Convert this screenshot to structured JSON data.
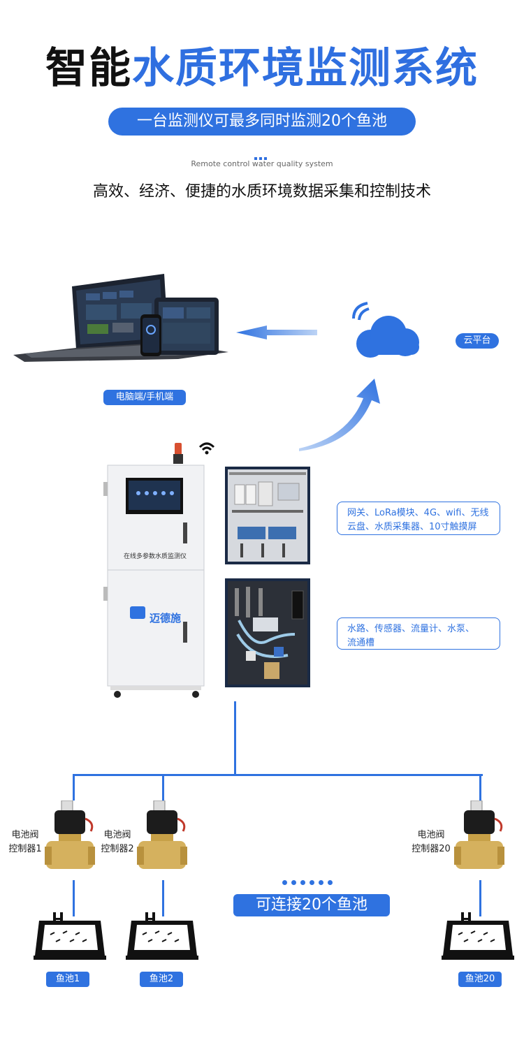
{
  "header": {
    "title_dark": "智能",
    "title_blue": "水质环境监测系统",
    "subtitle_pill": "一台监测仪可最多同时监测20个鱼池",
    "english_subtitle": "Remote control water quality system",
    "tagline": "高效、经济、便捷的水质环境数据采集和控制技术"
  },
  "devices": {
    "pc_mobile_label": "电脑端/手机端",
    "cloud_label": "云平台",
    "monitor_name": "在线多参数水质监测仪",
    "brand": "迈德施",
    "panel1_desc": [
      "网关、LoRa模块、4G、wifi、无线",
      "云盘、水质采集器、10寸触摸屏"
    ],
    "panel2_desc": [
      "水路、传感器、流量计、水泵、",
      "流通槽"
    ]
  },
  "valves": [
    {
      "line1": "电池阀",
      "line2": "控制器1"
    },
    {
      "line1": "电池阀",
      "line2": "控制器2"
    },
    {
      "line1": "电池阀",
      "line2": "控制器20"
    }
  ],
  "pools": [
    "鱼池1",
    "鱼池2",
    "鱼池20"
  ],
  "connect_pill": "可连接20个鱼池",
  "colors": {
    "accent": "#2f72e0",
    "title_blue": "#2f6fe0",
    "dark": "#111111"
  }
}
